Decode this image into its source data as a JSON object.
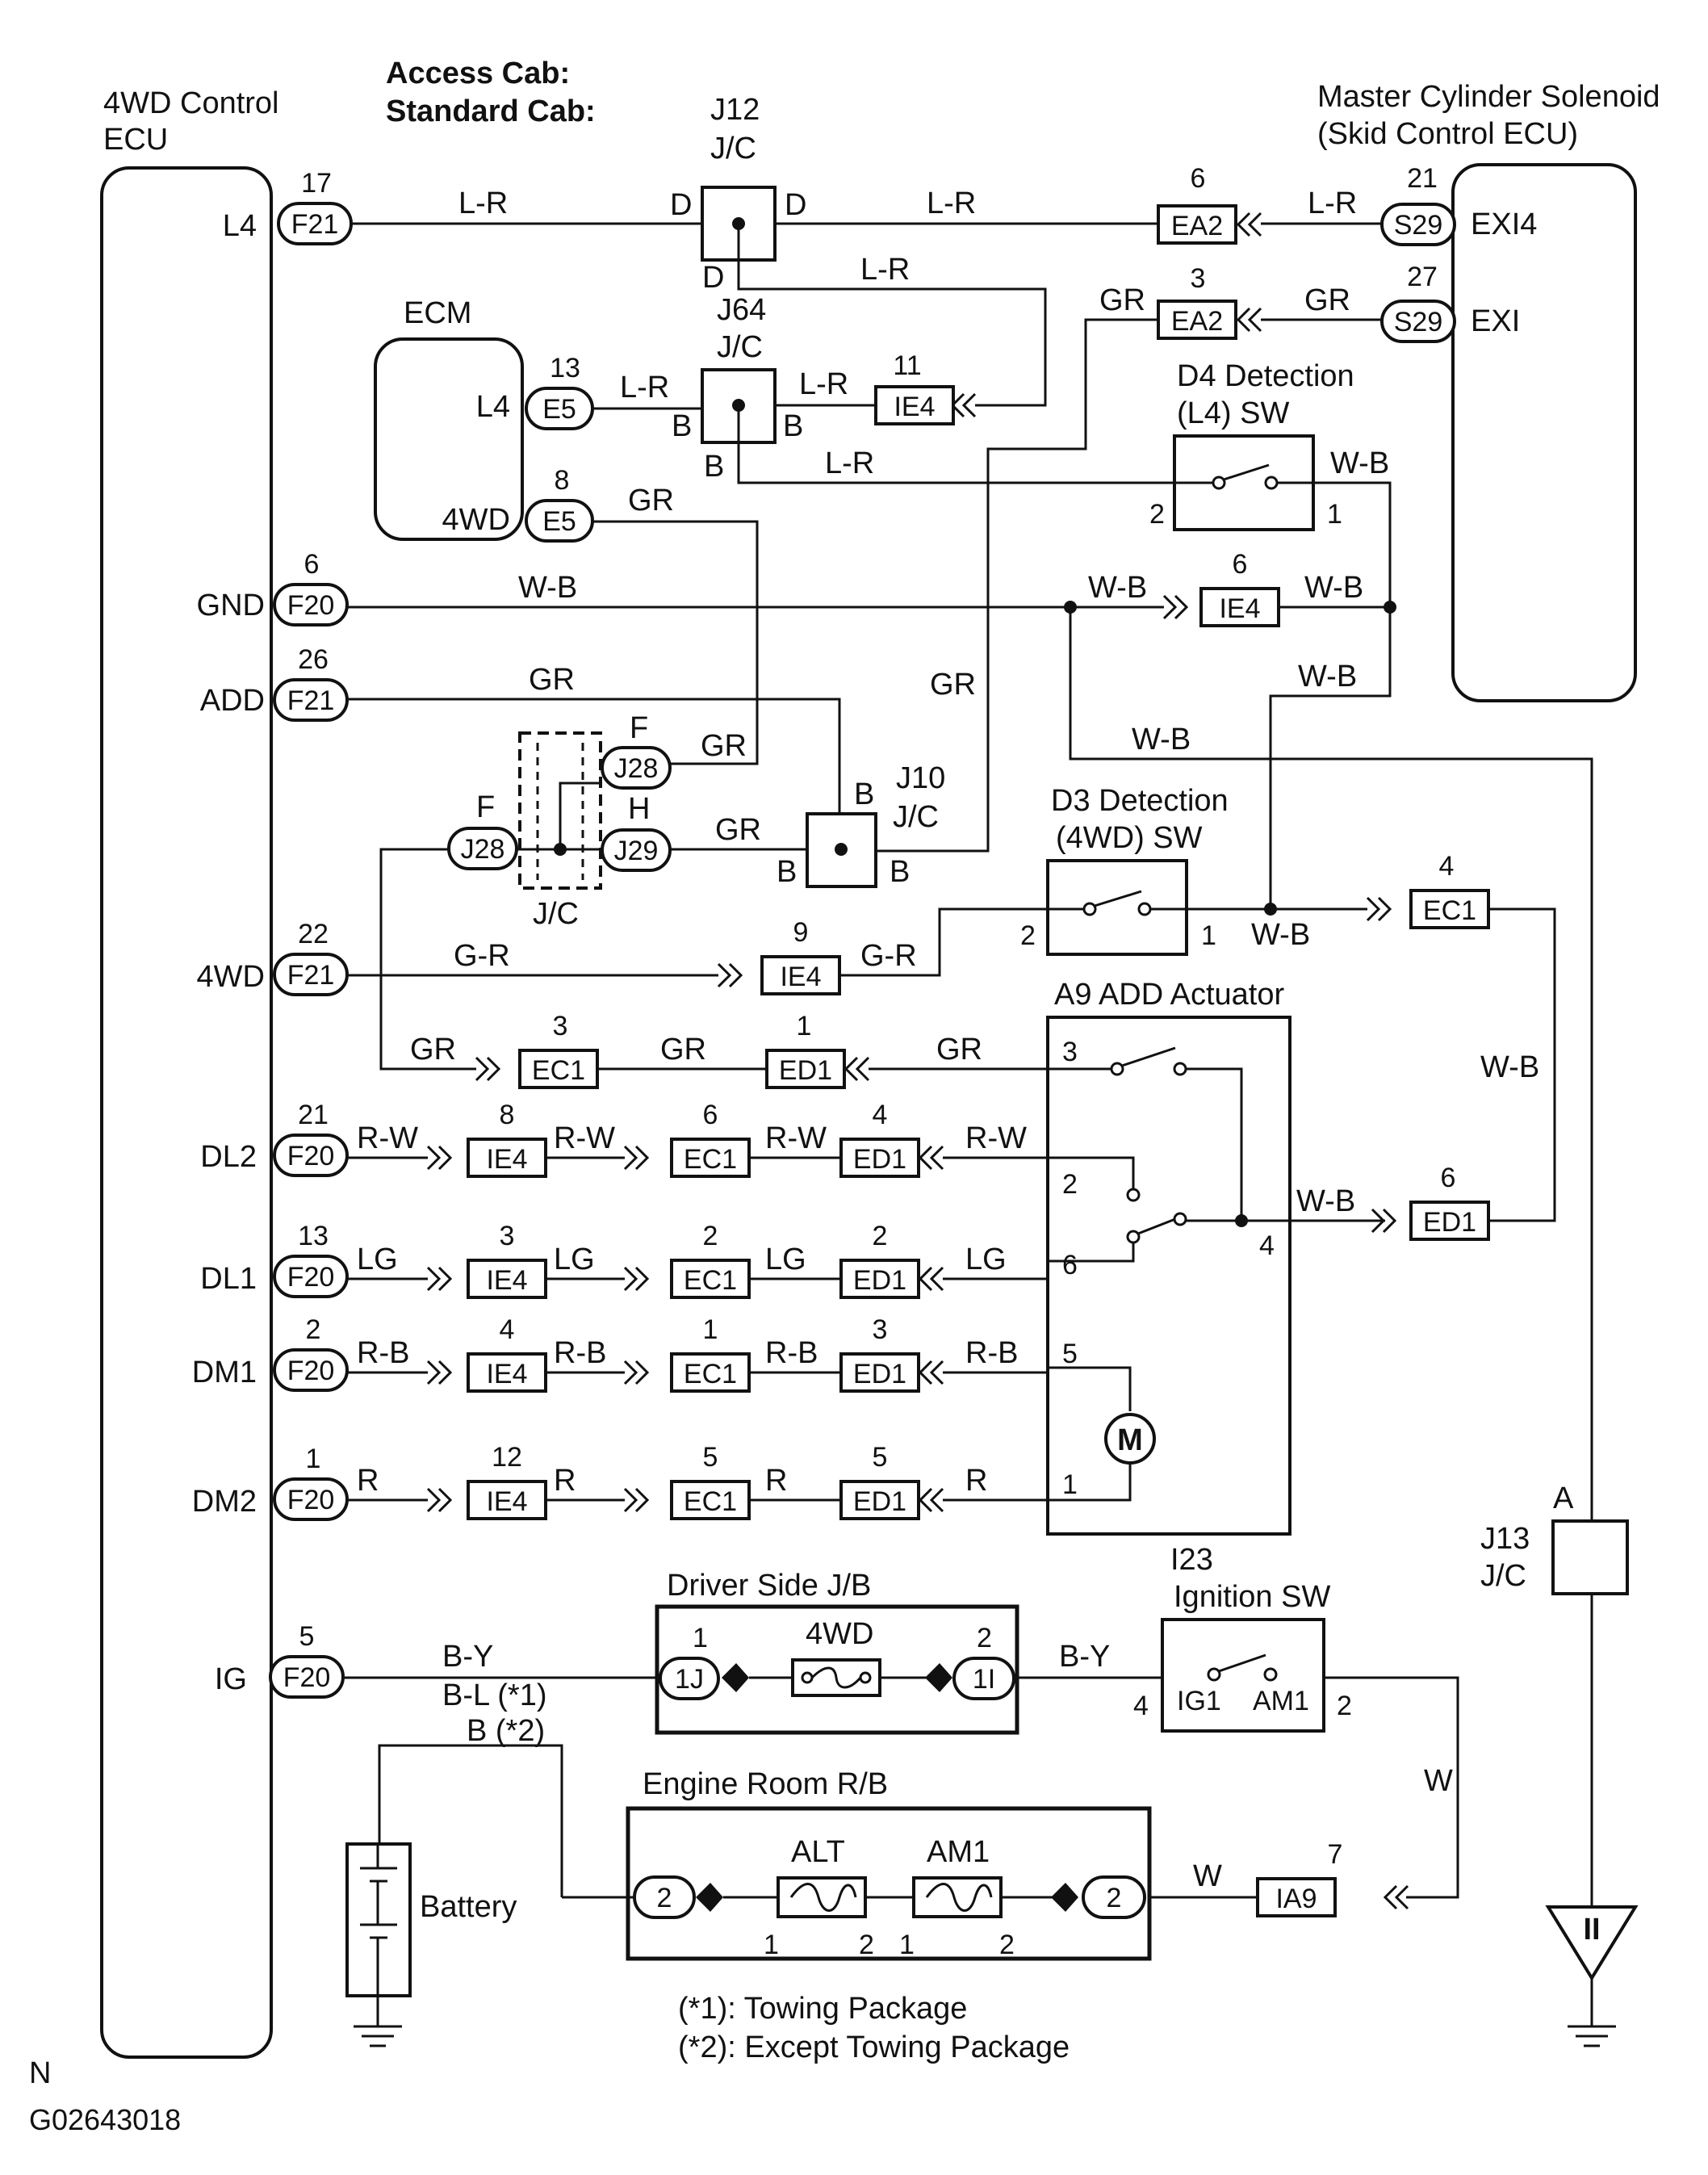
{
  "header": {
    "access_cab": "Access Cab:",
    "standard_cab": "Standard Cab:"
  },
  "ecu": {
    "title_line1": "4WD Control",
    "title_line2": "ECU"
  },
  "master_cylinder": {
    "title_line1": "Master Cylinder Solenoid",
    "title_line2": "(Skid Control ECU)",
    "pin_exi4": "EXI4",
    "pin_exi": "EXI"
  },
  "ecm": {
    "title": "ECM",
    "pin_l4": "L4",
    "pin_4wd": "4WD"
  },
  "ecu_terminals": [
    {
      "id": "l4",
      "label": "L4",
      "pin": "17",
      "conn": "F21"
    },
    {
      "id": "gnd",
      "label": "GND",
      "pin": "6",
      "conn": "F20"
    },
    {
      "id": "add",
      "label": "ADD",
      "pin": "26",
      "conn": "F21"
    },
    {
      "id": "4wd",
      "label": "4WD",
      "pin": "22",
      "conn": "F21"
    },
    {
      "id": "dl2",
      "label": "DL2",
      "pin": "21",
      "conn": "F20"
    },
    {
      "id": "dl1",
      "label": "DL1",
      "pin": "13",
      "conn": "F20"
    },
    {
      "id": "dm1",
      "label": "DM1",
      "pin": "2",
      "conn": "F20"
    },
    {
      "id": "dm2",
      "label": "DM2",
      "pin": "1",
      "conn": "F20"
    },
    {
      "id": "ig",
      "label": "IG",
      "pin": "5",
      "conn": "F20"
    }
  ],
  "connectors": {
    "s29": "S29",
    "ea2": "EA2",
    "ie4": "IE4",
    "e5": "E5",
    "ec1": "EC1",
    "ed1": "ED1",
    "j28": "J28",
    "j29": "J29",
    "ia9": "IA9",
    "conn_1j": "1J",
    "conn_1i": "1I",
    "conn_2": "2"
  },
  "pins": {
    "p1": "1",
    "p2": "2",
    "p3": "3",
    "p4": "4",
    "p5": "5",
    "p6": "6",
    "p7": "7",
    "p8": "8",
    "p9": "9",
    "p11": "11",
    "p12": "12",
    "p13": "13",
    "p21": "21",
    "p27": "27"
  },
  "wire_colors": {
    "lr": "L-R",
    "gr": "GR",
    "wb": "W-B",
    "gr2": "G-R",
    "rw": "R-W",
    "lg": "LG",
    "rb": "R-B",
    "r": "R",
    "by": "B-Y",
    "bl": "B-L (*1)",
    "b": "B (*2)",
    "w": "W"
  },
  "junctions": {
    "j12": "J12",
    "j64": "J64",
    "j10": "J10",
    "j13": "J13",
    "jc": "J/C",
    "d": "D",
    "b": "B",
    "f": "F",
    "h": "H",
    "a": "A"
  },
  "switches": {
    "d4_line1": "D4 Detection",
    "d4_line2": "(L4) SW",
    "d3_line1": "D3 Detection",
    "d3_line2": "(4WD) SW",
    "add_actuator": "A9 ADD Actuator",
    "motor": "M",
    "ign_id": "I23",
    "ign_name": "Ignition SW",
    "ig1": "IG1",
    "am1": "AM1"
  },
  "junction_blocks": {
    "driver_side": "Driver Side J/B",
    "fuse_4wd": "4WD",
    "engine_room": "Engine Room R/B",
    "fuse_alt": "ALT",
    "fuse_am1": "AM1"
  },
  "misc": {
    "battery": "Battery",
    "ground_symbol": "II"
  },
  "notes": {
    "note1": "(*1): Towing Package",
    "note2": "(*2): Except Towing Package"
  },
  "footer": {
    "letter": "N",
    "code": "G02643018"
  }
}
